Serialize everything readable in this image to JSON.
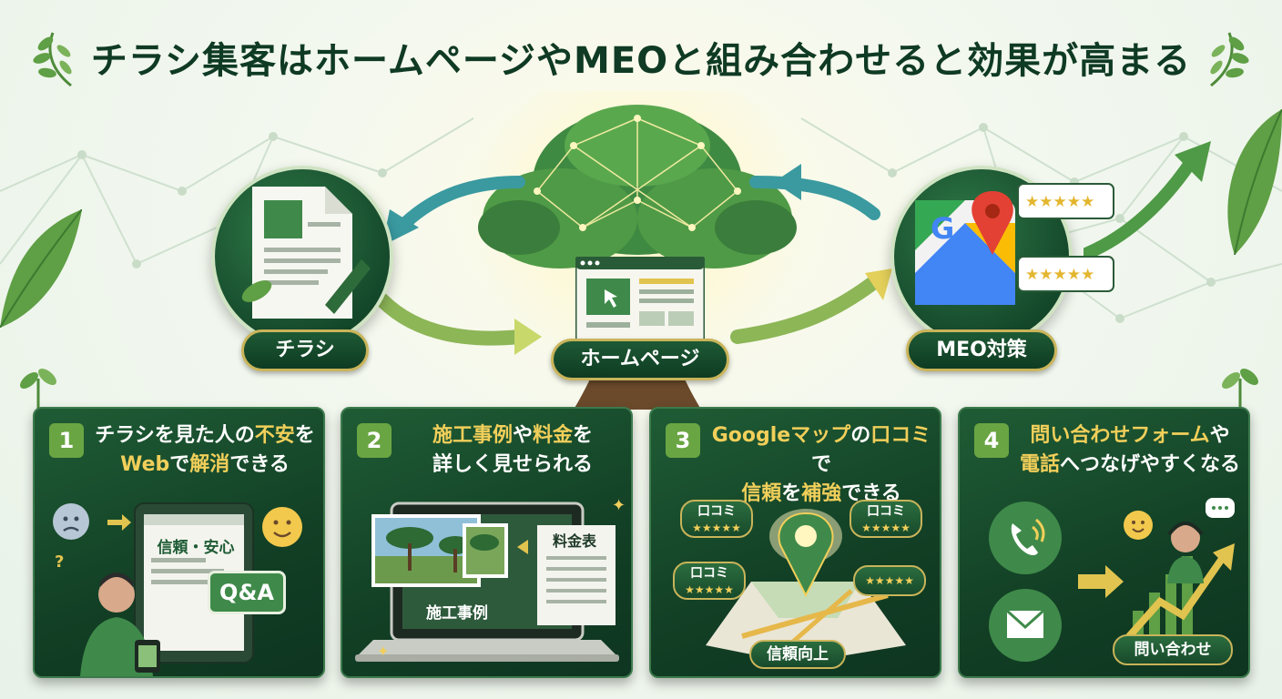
{
  "title": "チラシ集客はホームページやMEOと組み合わせると効果が高まる",
  "nodes": {
    "flyer": "チラシ",
    "homepage": "ホームページ",
    "meo": "MEO対策"
  },
  "cards": [
    {
      "number": "1",
      "line1_a": "チラシを見た人の",
      "line1_b": "不安",
      "line1_c": "を",
      "line2_a": "Web",
      "line2_b": "で",
      "line2_c": "解消",
      "line2_d": "できる",
      "panel_text": "信頼・安心",
      "badge": "Q&A"
    },
    {
      "number": "2",
      "line1_a": "施工事例",
      "line1_b": "や",
      "line1_c": "料金",
      "line1_d": "を",
      "line2": "詳しく見せられる",
      "photo_caption": "施工事例",
      "price_label": "料金表"
    },
    {
      "number": "3",
      "line1_a": "Googleマップ",
      "line1_b": "の",
      "line1_c": "口コミ",
      "line1_d": "で",
      "line2_a": "信頼",
      "line2_b": "を",
      "line2_c": "補強",
      "line2_d": "できる",
      "review_label": "口コミ",
      "stars": "★★★★★",
      "result_label": "信頼向上"
    },
    {
      "number": "4",
      "line1_a": "問い合わせフォーム",
      "line1_b": "や",
      "line2_a": "電話",
      "line2_b": "へつなげやすくなる",
      "result_label": "問い合わせ"
    }
  ],
  "colors": {
    "dark_green": "#123f25",
    "accent_gold": "#f1cf5a",
    "leaf_green": "#6aa543"
  }
}
